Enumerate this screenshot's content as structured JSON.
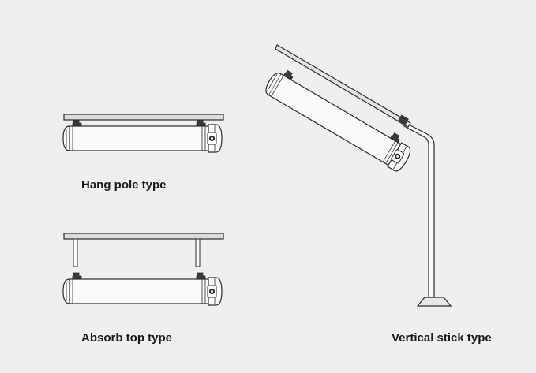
{
  "captions": {
    "hang_pole": "Hang pole type",
    "absorb_top": "Absorb top type",
    "vertical_stick": "Vertical stick type"
  },
  "colors": {
    "background": "#efefef",
    "line": "#2b2b2b",
    "fixture_fill": "#fafafa",
    "plate_fill": "#dcdcdc",
    "caption_text": "#1a1a1a"
  },
  "icons": {
    "fixture": "tube-light-fixture"
  }
}
